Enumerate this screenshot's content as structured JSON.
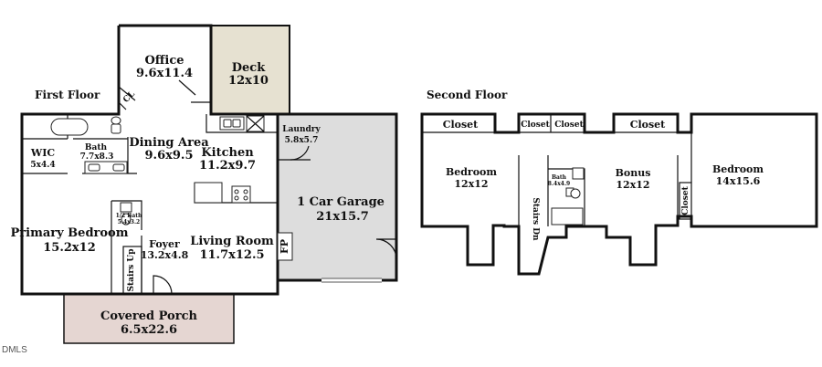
{
  "floors": {
    "first": "First Floor",
    "second": "Second Floor"
  },
  "rooms": {
    "office": {
      "name": "Office",
      "size": "9.6x11.4"
    },
    "deck": {
      "name": "Deck",
      "size": "12x10"
    },
    "dining": {
      "name": "Dining Area",
      "size": "9.6x9.5"
    },
    "kitchen": {
      "name": "Kitchen",
      "size": "11.2x9.7"
    },
    "laundry": {
      "name": "Laundry",
      "size": "5.8x5.7"
    },
    "garage": {
      "name": "1 Car Garage",
      "size": "21x15.7"
    },
    "wic": {
      "name": "WIC",
      "size": "5x4.4"
    },
    "bath1": {
      "name": "Bath",
      "size": "7.7x8.3"
    },
    "primary": {
      "name": "Primary Bedroom",
      "size": "15.2x12"
    },
    "halfbath": {
      "name": "1/2 Bath",
      "size": "5.4x3.2"
    },
    "foyer": {
      "name": "Foyer",
      "size": "13.2x4.8"
    },
    "living": {
      "name": "Living Room",
      "size": "11.7x12.5"
    },
    "porch": {
      "name": "Covered Porch",
      "size": "6.5x22.6"
    },
    "bed2": {
      "name": "Bedroom",
      "size": "12x12"
    },
    "bath2": {
      "name": "Bath",
      "size": "8.4x4.9"
    },
    "bonus": {
      "name": "Bonus",
      "size": "12x12"
    },
    "bed3": {
      "name": "Bedroom",
      "size": "14x15.6"
    }
  },
  "labels": {
    "cl": "CL",
    "fp": "FP",
    "stairs_up": "Stairs Up",
    "stairs_dn": "Stairs Dn",
    "closet": "Closet"
  },
  "watermark": "DMLS",
  "colors": {
    "deck": "#e6e1d1",
    "porch": "#e5d6d2",
    "garage": "#dddddd",
    "wall": "#111111"
  }
}
